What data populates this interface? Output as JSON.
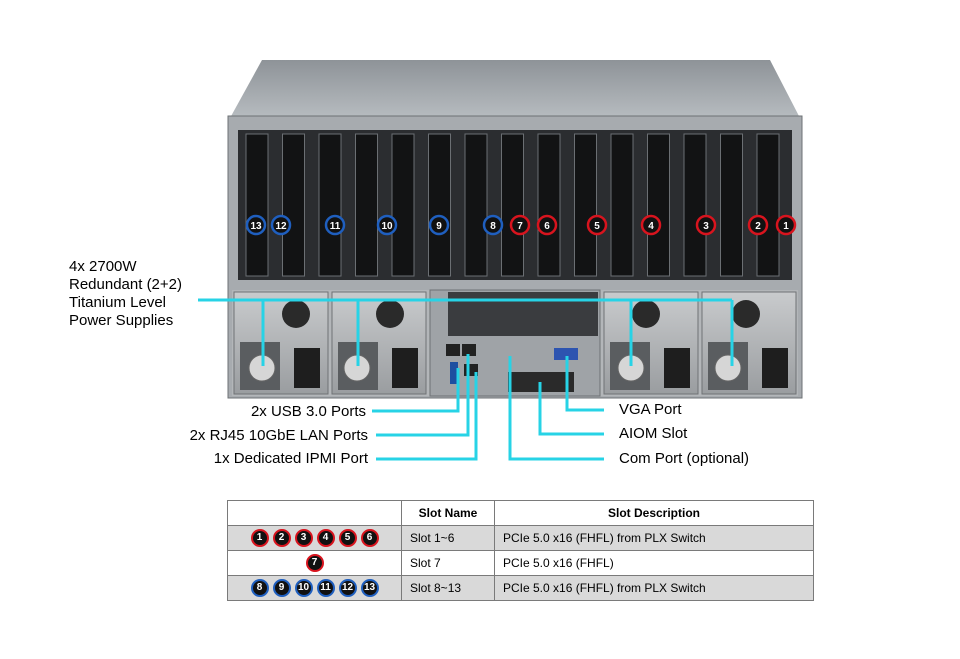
{
  "colors": {
    "callout_line": "#27d3e6",
    "red_slot": "#d8141e",
    "blue_slot": "#1f5fbf"
  },
  "server": {
    "slot_markers": [
      {
        "n": "13",
        "color": "blue"
      },
      {
        "n": "12",
        "color": "blue"
      },
      {
        "n": "11",
        "color": "blue"
      },
      {
        "n": "10",
        "color": "blue"
      },
      {
        "n": "9",
        "color": "blue"
      },
      {
        "n": "8",
        "color": "blue"
      },
      {
        "n": "7",
        "color": "red"
      },
      {
        "n": "6",
        "color": "red"
      },
      {
        "n": "5",
        "color": "red"
      },
      {
        "n": "4",
        "color": "red"
      },
      {
        "n": "3",
        "color": "red"
      },
      {
        "n": "2",
        "color": "red"
      },
      {
        "n": "1",
        "color": "red"
      }
    ]
  },
  "callouts": {
    "power": [
      "4x 2700W",
      "Redundant (2+2)",
      "Titanium Level",
      "Power Supplies"
    ],
    "usb": "2x USB 3.0 Ports",
    "lan": "2x RJ45 10GbE LAN Ports",
    "ipmi": "1x Dedicated IPMI  Port",
    "vga": "VGA Port",
    "aiom": "AIOM Slot",
    "com": "Com Port (optional)"
  },
  "table": {
    "headers": [
      "",
      "Slot Name",
      "Slot Description"
    ],
    "rows": [
      {
        "badges": [
          "1",
          "2",
          "3",
          "4",
          "5",
          "6"
        ],
        "color": "red",
        "name": "Slot 1~6",
        "desc": "PCIe 5.0 x16 (FHFL) from PLX Switch",
        "shaded": true
      },
      {
        "badges": [
          "7"
        ],
        "color": "red",
        "name": "Slot 7",
        "desc": "PCIe 5.0 x16 (FHFL)",
        "shaded": false
      },
      {
        "badges": [
          "8",
          "9",
          "10",
          "11",
          "12",
          "13"
        ],
        "color": "blue",
        "name": "Slot 8~13",
        "desc": "PCIe 5.0 x16 (FHFL) from PLX Switch",
        "shaded": true
      }
    ]
  }
}
